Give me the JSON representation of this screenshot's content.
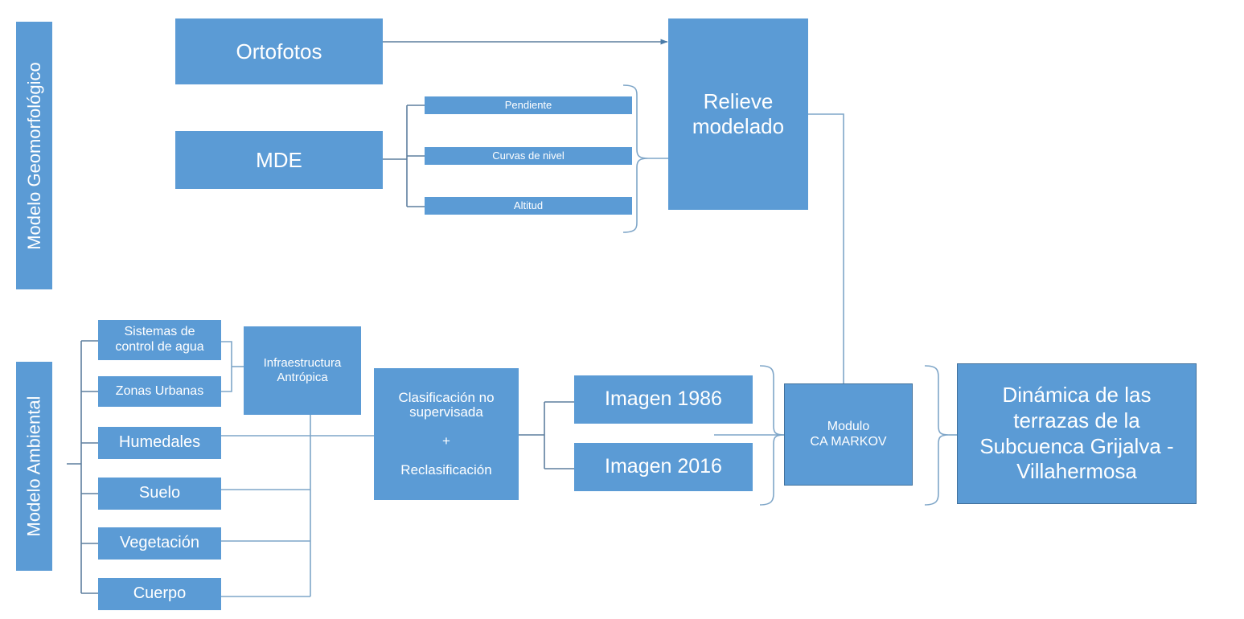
{
  "diagram": {
    "title_hidden": "",
    "colors": {
      "box_fill": "#5B9BD5",
      "box_border": "#41719C",
      "connector": "#7FA6C8",
      "text": "#FFFFFF",
      "background": "#FFFFFF"
    },
    "lanes": [
      {
        "id": "lane-geomorfologico",
        "label": "Modelo Geomorfológico"
      },
      {
        "id": "lane-ambiental",
        "label": "Modelo Ambiental"
      }
    ],
    "nodes": {
      "ortofotos": "Ortofotos",
      "mde": "MDE",
      "pendiente": "Pendiente",
      "curvas_de_nivel": "Curvas de nivel",
      "altitud": "Altitud",
      "relieve_modelado": "Relieve\nmodelado",
      "sistemas_control_agua": "Sistemas de\ncontrol de agua",
      "zonas_urbanas": "Zonas Urbanas",
      "infraestructura_antropica": "Infraestructura\nAntrópica",
      "humedales": "Humedales",
      "suelo": "Suelo",
      "vegetacion": "Vegetación",
      "cuerpo": "Cuerpo",
      "clasificacion": "Clasificación no\nsupervisada\n\n+\n\nReclasificación",
      "imagen_1986": "Imagen 1986",
      "imagen_2016": "Imagen 2016",
      "modulo_ca_markov": "Modulo\nCA MARKOV",
      "resultado_final": "Dinámica de las\nterrazas de la\nSubcuenca Grijalva -\nVillahermosa"
    }
  }
}
